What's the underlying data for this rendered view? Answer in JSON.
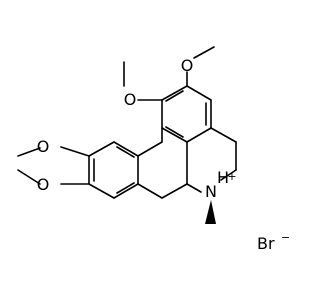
{
  "structure": {
    "atom_labels": {
      "o1": "O",
      "o2": "O",
      "o3": "O",
      "o4": "O",
      "n": "N",
      "n_charge": "+",
      "n_h": "H",
      "br": "Br",
      "br_charge": "−"
    }
  },
  "colors": {
    "bond": "#000000",
    "background": "#ffffff"
  }
}
